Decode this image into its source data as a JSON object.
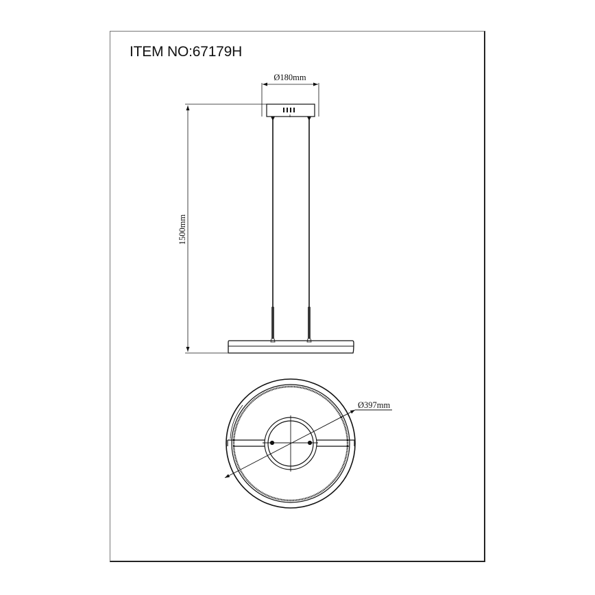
{
  "document": {
    "title": "ITEM NO:67179H"
  },
  "dimensions": {
    "canopy_diameter": "Ø180mm",
    "drop_height": "1500mm",
    "ring_diameter": "Ø397mm"
  },
  "views": [
    {
      "name": "side-elevation",
      "description": "Pendant lamp side view with canopy, two suspension cables, and ring body"
    },
    {
      "name": "bottom-plan",
      "description": "Ring lamp plan view with central hub, crossbar, and diameter dimension"
    }
  ],
  "colors": {
    "line": "#111111",
    "frame": "#222222",
    "background": "#ffffff"
  }
}
